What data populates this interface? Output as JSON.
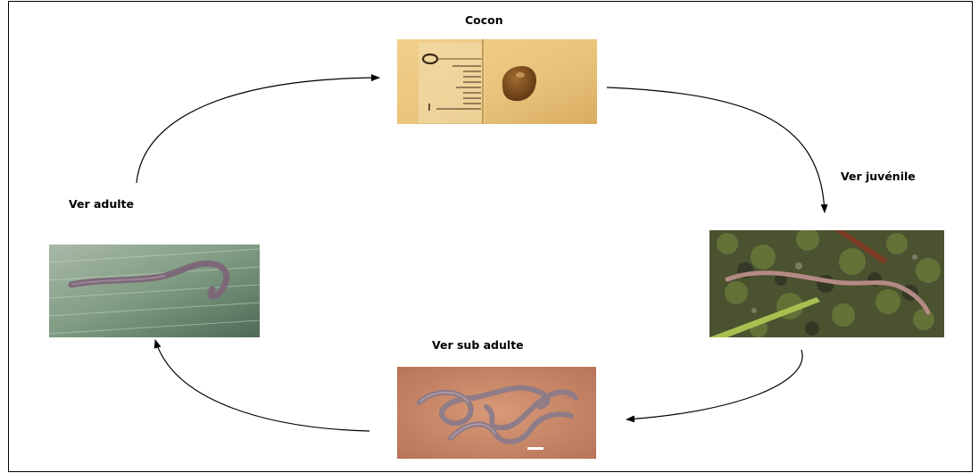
{
  "diagram": {
    "stages": {
      "cocoon": {
        "label": "Cocon"
      },
      "juvenile": {
        "label": "Ver juvénile"
      },
      "subadult": {
        "label": "Ver sub adulte"
      },
      "adult": {
        "label": "Ver adulte"
      }
    }
  },
  "colors": {
    "arrow": "#000000",
    "cocoon_background": "#e8c27a",
    "cocoon_egg": "#7a4a1c",
    "soil_moss": "#4d5a2e",
    "leaf_green": "#7f9a82",
    "skin_background": "#c98a6a",
    "worm_pink": "#a87a80"
  },
  "icons": [
    "cocoon-photo",
    "juvenile-worm-photo",
    "subadult-worm-photo",
    "adult-worm-photo"
  ]
}
